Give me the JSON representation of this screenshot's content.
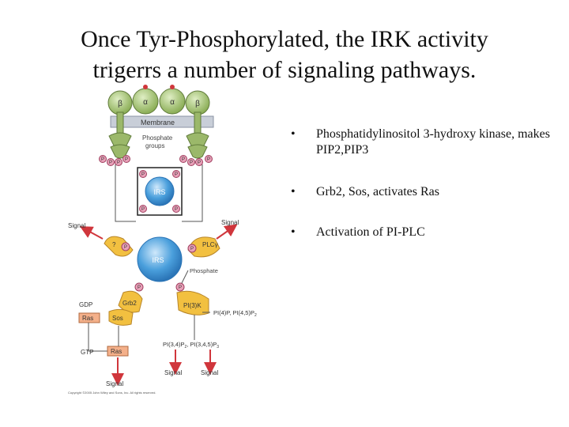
{
  "title": {
    "line1": "Once Tyr-Phosphorylated, the IRK activity",
    "line2": "trigerrs a number of signaling pathways."
  },
  "bullets": [
    {
      "text": "Phosphatidylinositol 3-hydroxy kinase, makes PIP2,PIP3"
    },
    {
      "text": "Grb2, Sos, activates Ras"
    },
    {
      "text": "Activation of PI-PLC"
    }
  ],
  "bullet_symbol": "•",
  "diagram": {
    "beta": "β",
    "alpha": "α",
    "membrane": "Membrane",
    "phosphate_groups_1": "Phosphate",
    "phosphate_groups_2": "groups",
    "p": "P",
    "irs": "IRS",
    "irs3": "IRS",
    "signal": "Signal",
    "q": "?",
    "plc": "PLCγ",
    "phosphate": "Phosphate",
    "grb2": "Grb2",
    "sos": "Sos",
    "gdp": "GDP",
    "ras": "Ras",
    "gtp": "GTP",
    "pi3k": "PI(3)K",
    "pi4p": "PI(4)P, PI(4,5)P",
    "pi4p_sub": "2",
    "pi34p": "PI(3,4)P",
    "pi34p_sub": "2",
    "pi345p": ", PI(3,4,5)P",
    "pi345p_sub": "3",
    "copyright": "Copyright ©2005 John Wiley and Sons, Inc. All rights reserved."
  },
  "colors": {
    "receptor": "#9bb86a",
    "receptor_stroke": "#5f7a3a",
    "membrane": "#c8ced8",
    "phospho": "#e8a0b8",
    "irs": "#4a9fdc",
    "yellow": "#f2c040",
    "ras": "#f4b08a",
    "arrow": "#d0363c"
  }
}
